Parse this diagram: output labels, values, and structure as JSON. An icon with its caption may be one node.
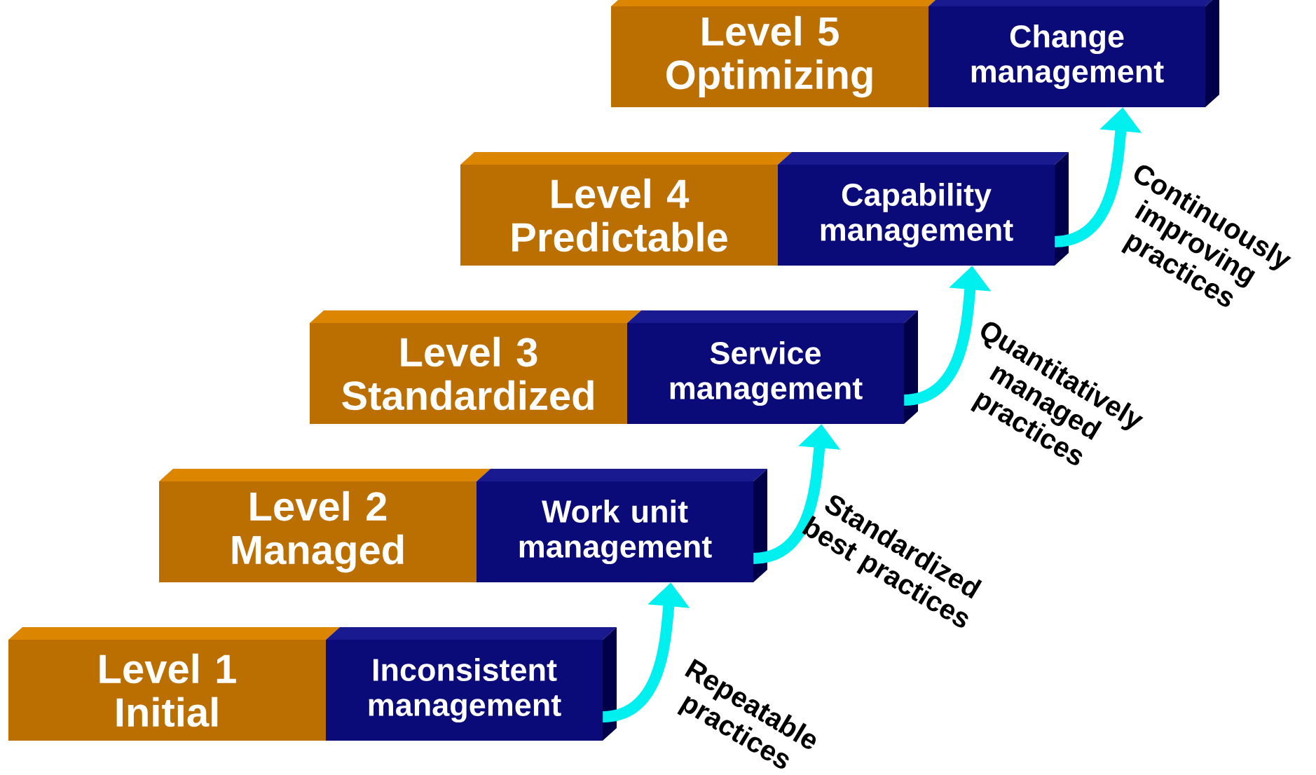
{
  "diagram": {
    "nodes": [
      {
        "text": [
          "Level 1",
          "Initial"
        ]
      },
      {
        "text": [
          "Inconsistent management"
        ]
      },
      {
        "text": [
          "Level 2",
          "Managed"
        ]
      },
      {
        "text": [
          "Work unit management"
        ]
      },
      {
        "text": [
          "Level 3",
          "Standardized"
        ]
      },
      {
        "text": [
          "Service management"
        ]
      },
      {
        "text": [
          "Level 4",
          "Predictable"
        ]
      },
      {
        "text": [
          "Capability management"
        ]
      },
      {
        "text": [
          "Level 5",
          "Optimizing"
        ]
      },
      {
        "text": [
          "Change management"
        ]
      }
    ],
    "edges": [
      {
        "from": 1,
        "to": 3,
        "arrow": "to",
        "label": "Repeatable practices"
      },
      {
        "from": 3,
        "to": 5,
        "arrow": "to",
        "label": "Standardized best practices"
      },
      {
        "from": 5,
        "to": 7,
        "arrow": "to",
        "label": "Quantitatively managed practices"
      },
      {
        "from": 7,
        "to": 9,
        "arrow": "to",
        "label": "Continuously improving practices"
      }
    ]
  }
}
